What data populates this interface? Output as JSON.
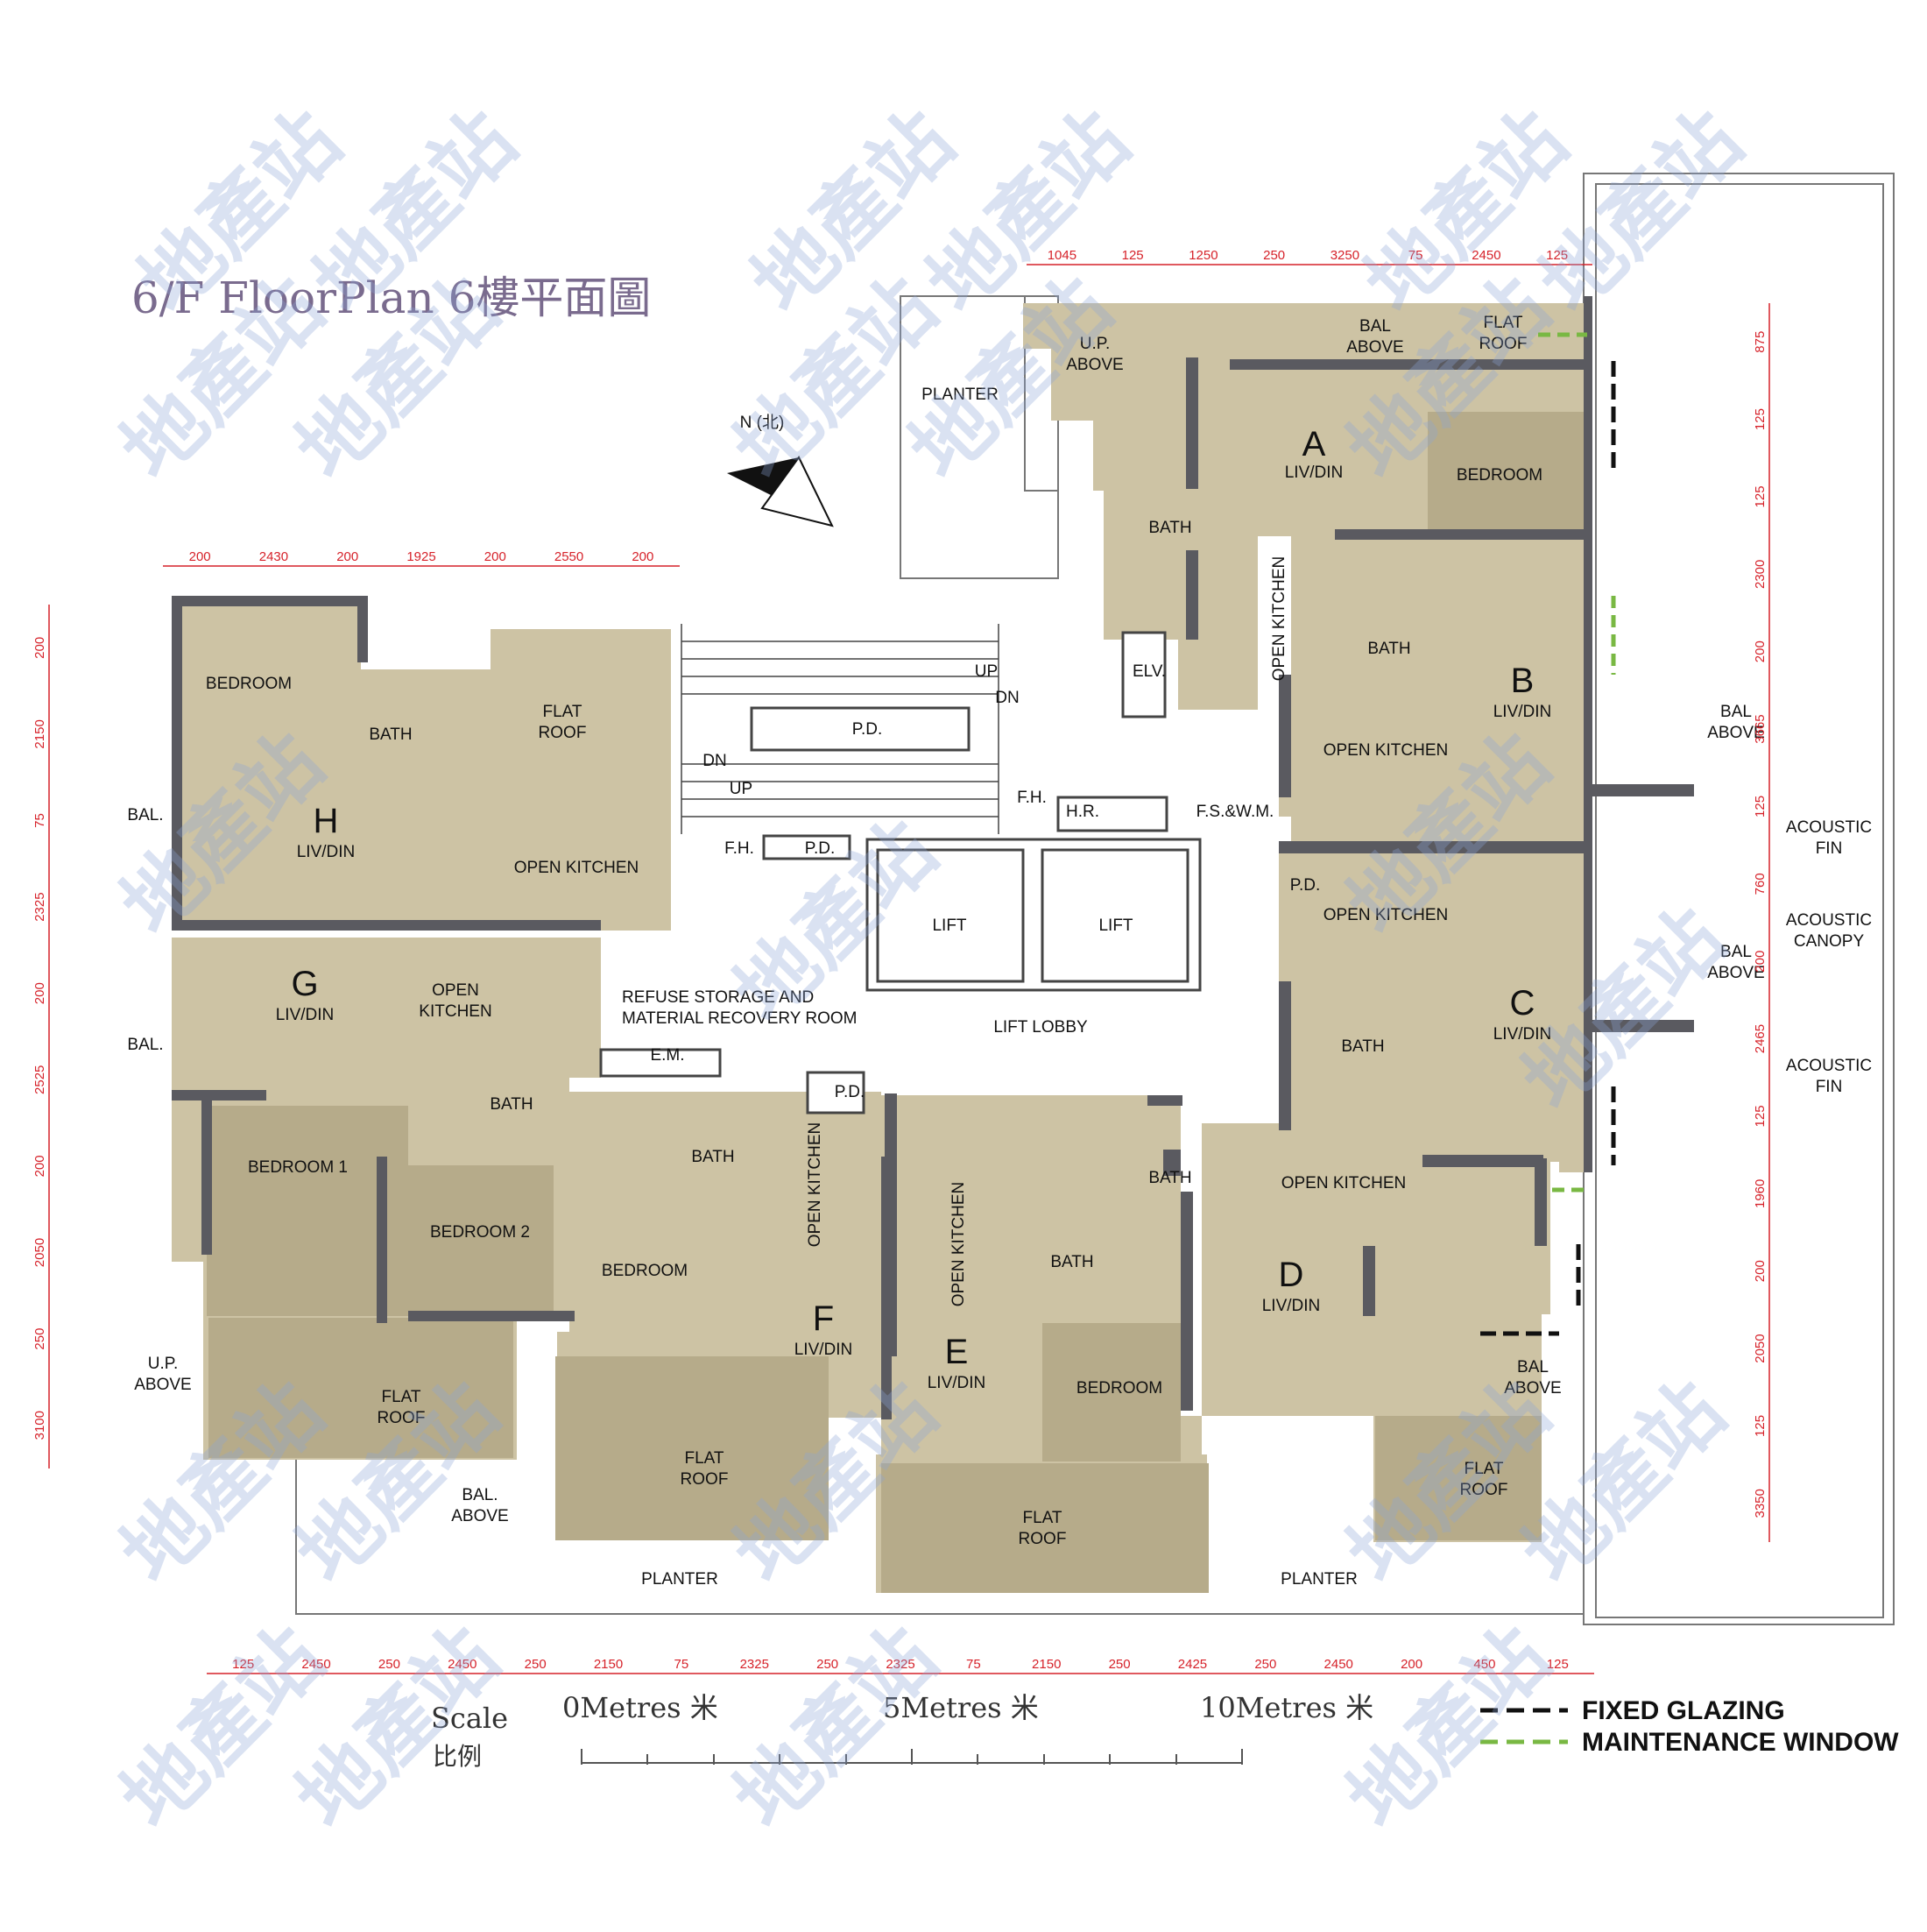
{
  "title": "6/F FloorPlan 6樓平面圖",
  "north": "N (北)",
  "colors": {
    "unit": "#cdc3a4",
    "bedroom_fill": "#bfb494",
    "wall": "#5a5a60",
    "dim": "#d6222a",
    "fixed_glazing": "#111111",
    "maintenance": "#79b843",
    "watermark": "#8ca5d7"
  },
  "watermark_text": "地產站",
  "units": [
    {
      "letter": "A",
      "liv": "LIV/DIN",
      "bedroom": "BEDROOM",
      "bath": "BATH",
      "kitchen": "OPEN KITCHEN"
    },
    {
      "letter": "B",
      "liv": "LIV/DIN",
      "bath": "BATH",
      "kitchen": "OPEN KITCHEN"
    },
    {
      "letter": "C",
      "liv": "LIV/DIN",
      "bath": "BATH",
      "kitchen": "OPEN KITCHEN"
    },
    {
      "letter": "D",
      "liv": "LIV/DIN",
      "bath": "BATH",
      "kitchen": "OPEN KITCHEN"
    },
    {
      "letter": "E",
      "liv": "LIV/DIN",
      "bedroom": "BEDROOM",
      "bath": "BATH",
      "kitchen": "OPEN KITCHEN"
    },
    {
      "letter": "F",
      "liv": "LIV/DIN",
      "bedroom": "BEDROOM",
      "bath": "BATH",
      "kitchen": "OPEN KITCHEN"
    },
    {
      "letter": "G",
      "liv": "LIV/DIN",
      "bedroom1": "BEDROOM 1",
      "bedroom2": "BEDROOM 2",
      "bath": "BATH",
      "kitchen": "OPEN\nKITCHEN"
    },
    {
      "letter": "H",
      "liv": "LIV/DIN",
      "bedroom": "BEDROOM",
      "bath": "BATH",
      "kitchen": "OPEN KITCHEN"
    }
  ],
  "labels": {
    "planter": "PLANTER",
    "up_above": "U.P.\nABOVE",
    "bal_above": "BAL.\nABOVE",
    "bal_above2": "BAL\nABOVE",
    "flat_roof": "FLAT\nROOF",
    "bal": "BAL.",
    "lift": "LIFT",
    "lift_lobby": "LIFT LOBBY",
    "refuse": "REFUSE STORAGE AND\nMATERIAL RECOVERY ROOM",
    "pd": "P.D.",
    "fh": "F.H.",
    "hr": "H.R.",
    "fswm": "F.S.&W.M.",
    "elv": "ELV.",
    "em": "E.M.",
    "up": "UP",
    "dn": "DN",
    "acoustic_fin": "ACOUSTIC\nFIN",
    "acoustic_canopy": "ACOUSTIC\nCANOPY"
  },
  "top_dims": [
    "1045",
    "125",
    "1250",
    "250",
    "3250",
    "75",
    "2450",
    "125"
  ],
  "h_top_dims": [
    "200",
    "2430",
    "200",
    "1925",
    "200",
    "2550",
    "200"
  ],
  "bottom_dims": [
    "125",
    "2450",
    "250",
    "2450",
    "250",
    "2150",
    "75",
    "2325",
    "250",
    "2325",
    "75",
    "2150",
    "250",
    "2425",
    "250",
    "2450",
    "200",
    "450",
    "125"
  ],
  "left_dims": [
    "200",
    "2150",
    "75",
    "2325",
    "200",
    "2525",
    "200",
    "2050",
    "250",
    "3100"
  ],
  "right_dims": [
    "875",
    "125",
    "125",
    "2300",
    "200",
    "3665",
    "125",
    "760",
    "200",
    "2465",
    "125",
    "1960",
    "200",
    "2050",
    "125",
    "3350"
  ],
  "scale": {
    "label": "Scale",
    "label_cn": "比例",
    "marks": [
      "0Metres 米",
      "5Metres 米",
      "10Metres 米"
    ]
  },
  "legend": [
    {
      "label": "FIXED GLAZING",
      "style": "fixed"
    },
    {
      "label": "MAINTENANCE WINDOW",
      "style": "maintenance"
    }
  ]
}
